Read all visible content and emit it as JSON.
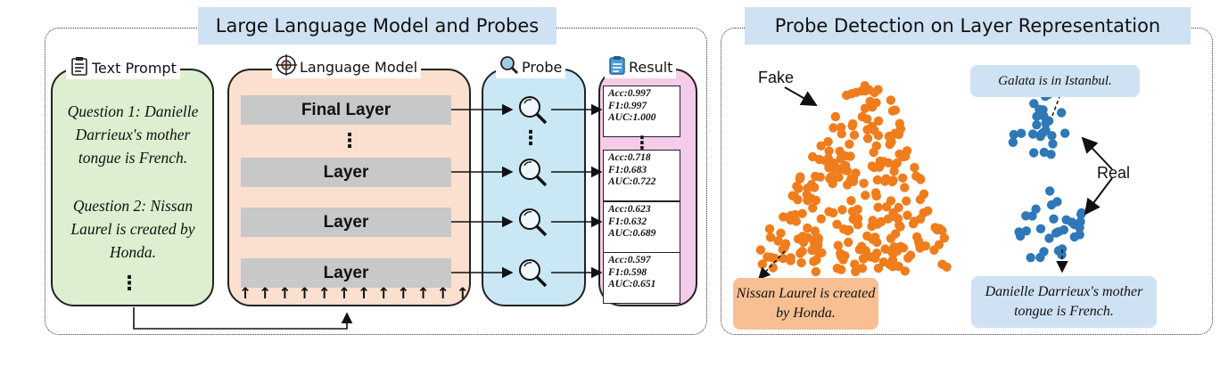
{
  "left_panel": {
    "title": "Large Language Model and Probes",
    "text_prompt": {
      "label": "Text Prompt",
      "question1": "Question 1: Danielle Darrieux's mother tongue is French.",
      "question2": "Question 2: Nissan Laurel is created by Honda.",
      "ellipsis": "⋮"
    },
    "language_model": {
      "label": "Language Model",
      "layers": [
        "Final Layer",
        "Layer",
        "Layer",
        "Layer"
      ],
      "ellipsis": "⋮",
      "input_arrows": "↑ ↑ ↑ ↑ ↑ ↑ ↑ ↑ ↑ ↑ ↑ ↑"
    },
    "probe": {
      "label": "Probe",
      "ellipsis": "⋮"
    },
    "result": {
      "label": "Result",
      "ellipsis": "⋮",
      "metrics": [
        [
          "Acc:0.997",
          "F1:0.997",
          "AUC:1.000"
        ],
        [
          "Acc:0.718",
          "F1:0.683",
          "AUC:0.722"
        ],
        [
          "Acc:0.623",
          "F1:0.632",
          "AUC:0.689"
        ],
        [
          "Acc:0.597",
          "F1:0.598",
          "AUC:0.651"
        ]
      ]
    }
  },
  "right_panel": {
    "title": "Probe Detection on Layer Representation",
    "fake_label": "Fake",
    "real_label": "Real",
    "callout_top": "Galata is in Istanbul.",
    "callout_fake": "Nissan Laurel is created by Honda.",
    "callout_real": "Danielle Darrieux's mother tongue is French.",
    "colors": {
      "fake": "#f07d1d",
      "real": "#2e78b7",
      "callout_fake_bg": "#f7bf92",
      "callout_real_bg": "#cfe2f3"
    }
  },
  "colors": {
    "prompt_bg": "#dcefd0",
    "model_bg": "#fbe0cf",
    "probe_bg": "#c9e7f4",
    "result_bg": "#f4cbe8",
    "title_bg": "#cfe2f3"
  }
}
